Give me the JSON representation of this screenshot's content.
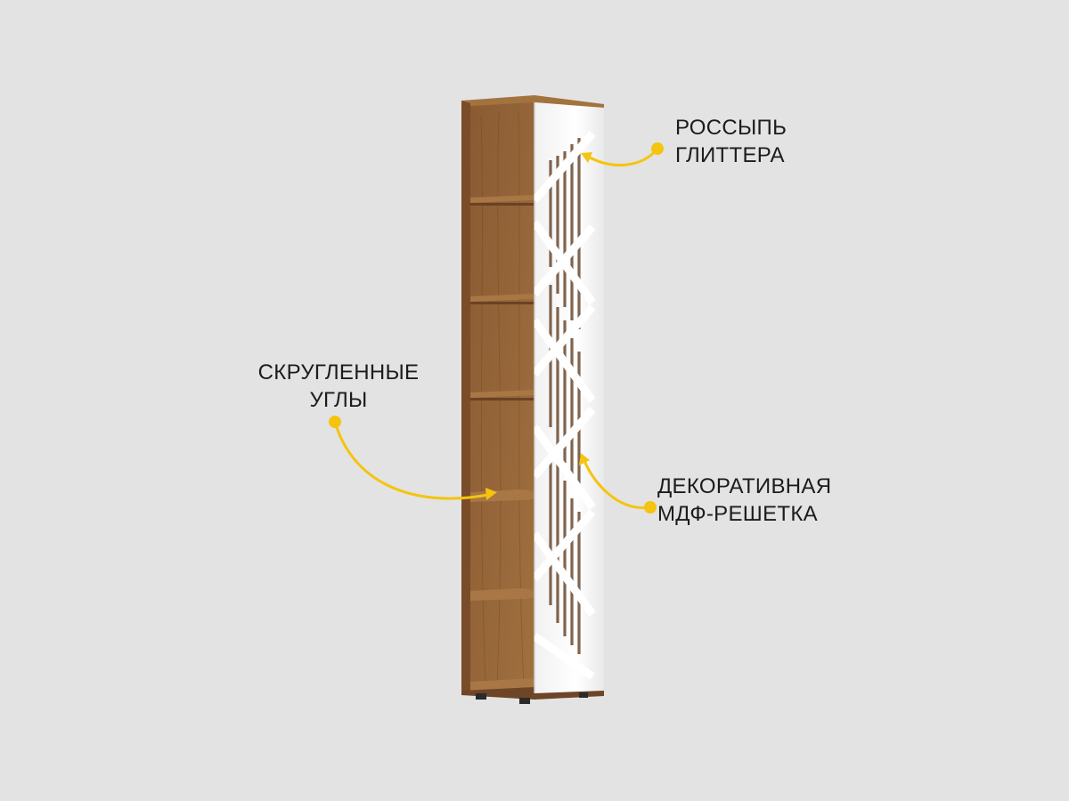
{
  "annotations": {
    "glitter": {
      "line1": "РОССЫПЬ",
      "line2": "ГЛИТТЕРА"
    },
    "corners": {
      "line1": "СКРУГЛЕННЫЕ",
      "line2": "УГЛЫ"
    },
    "grille": {
      "line1": "ДЕКОРАТИВНАЯ",
      "line2": "МДФ-РЕШЕТКА"
    }
  },
  "colors": {
    "background": "#e3e3e3",
    "accent_yellow": "#f4c40f",
    "oak": "#8b5e36",
    "oak_dark": "#6e4526",
    "door_white": "#fbfbfb"
  },
  "product": {
    "name": "narrow-oak-bookcase-with-white-grille-door",
    "shelf_count": 6
  }
}
